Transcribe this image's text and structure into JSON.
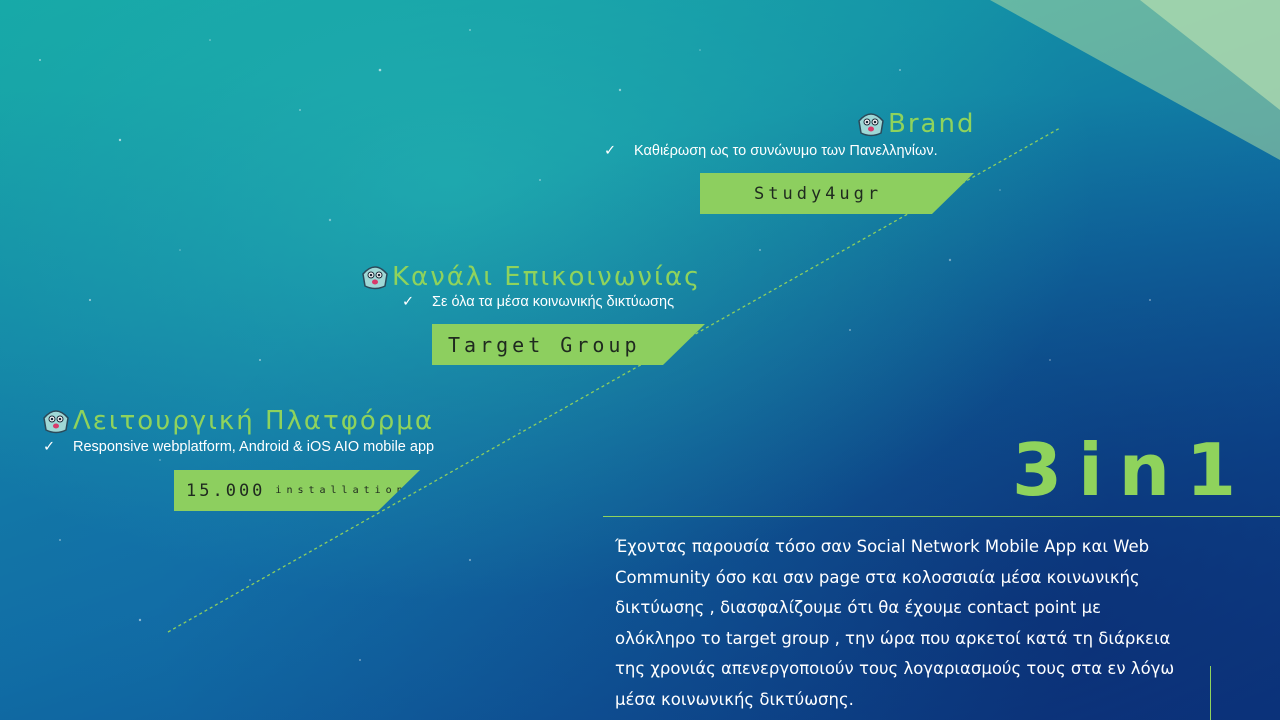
{
  "colors": {
    "accent_green": "#8dcf5f",
    "text_white": "#ffffff",
    "background": "#0f6ea2"
  },
  "sections": {
    "brand": {
      "title": "Brand",
      "icon": "mascot-icon",
      "bullet": "Καθιέρωση ως το συνώνυμο των Πανελληνίων.",
      "tag": "Study4ugr"
    },
    "channel": {
      "title": "Κανάλι Επικοινωνίας",
      "icon": "mascot-icon",
      "bullet": "Σε όλα τα μέσα κοινωνικής δικτύωσης",
      "tag": "Target Group"
    },
    "platform": {
      "title": "Λειτουργική Πλατφόρμα",
      "icon": "mascot-icon",
      "bullet": "Responsive webplatform, Android & iOS AIO mobile app",
      "tag_number": "15.000",
      "tag_unit": "installations"
    }
  },
  "checkmark": "✓",
  "headline": "3in1",
  "description_lines": [
    "Έχοντας παρουσία τόσο σαν Social Network Mobile App και Web",
    "Community όσο και σαν page στα κολοσσιαία μέσα κοινωνικής",
    "δικτύωσης , διασφαλίζουμε ότι θα έχουμε contact point με",
    "ολόκληρο το target group ,  την ώρα που αρκετοί κατά τη διάρκεια",
    "της χρονιάς  απενεργοποιούν τους λογαριασμούς τους στα εν λόγω",
    "μέσα κοινωνικής δικτύωσης."
  ]
}
